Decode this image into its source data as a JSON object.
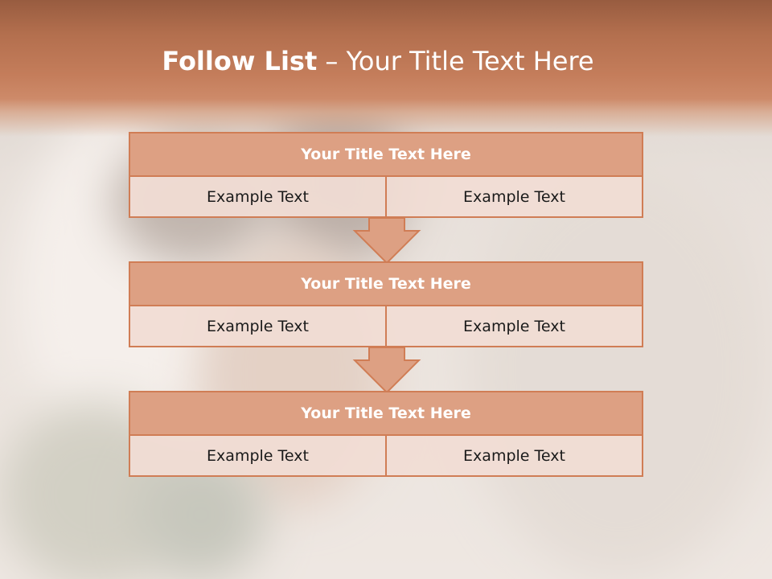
{
  "slide": {
    "title_bold": "Follow List",
    "title_rest": " – Your Title Text Here"
  },
  "colors": {
    "header_band": "#c47d5b",
    "block_header_fill": "#dda083",
    "block_border": "#d07d55",
    "cell_fill": "#f1ddd4"
  },
  "steps": [
    {
      "title": "Your Title Text Here",
      "left": "Example Text",
      "right": "Example Text"
    },
    {
      "title": "Your Title Text Here",
      "left": "Example Text",
      "right": "Example Text"
    },
    {
      "title": "Your Title Text Here",
      "left": "Example Text",
      "right": "Example Text"
    }
  ],
  "connectors": [
    "down-arrow-icon",
    "down-arrow-icon"
  ]
}
